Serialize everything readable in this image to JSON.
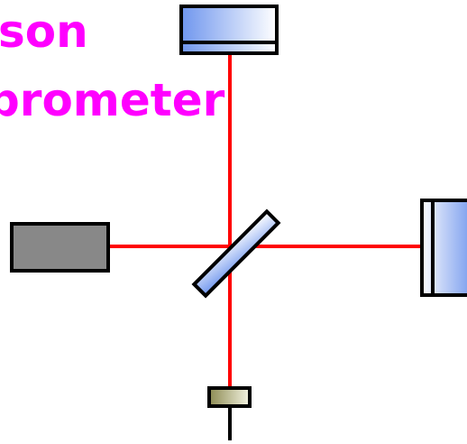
{
  "title": {
    "line1": "son",
    "line2": "prometer"
  },
  "colors": {
    "title": "#ff00ff",
    "beam": "#ff0000",
    "outline": "#000000",
    "mirror_light": "#ffffff",
    "mirror_dark": "#6f96ee",
    "laser_body": "#888888",
    "detector_dark": "#8c8a52",
    "detector_light": "#f4f4e2"
  },
  "components": {
    "laser": "laser-source",
    "beam_splitter": "beam-splitter",
    "top_mirror": "mirror-top",
    "right_mirror": "mirror-right",
    "detector": "photodetector"
  }
}
